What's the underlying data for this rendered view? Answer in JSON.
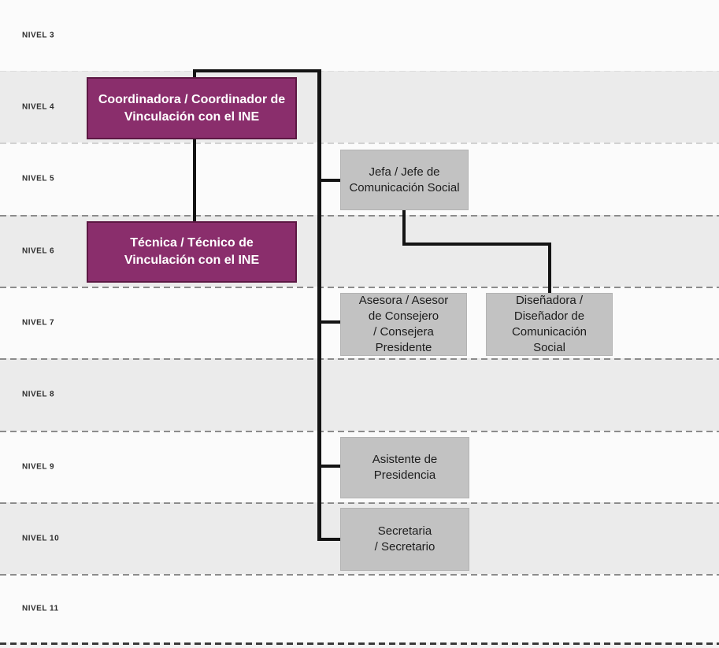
{
  "levels": [
    {
      "label": "NIVEL 3"
    },
    {
      "label": "NIVEL 4"
    },
    {
      "label": "NIVEL 5"
    },
    {
      "label": "NIVEL 6"
    },
    {
      "label": "NIVEL 7"
    },
    {
      "label": "NIVEL 8"
    },
    {
      "label": "NIVEL 9"
    },
    {
      "label": "NIVEL 10"
    },
    {
      "label": "NIVEL 11"
    }
  ],
  "nodes": {
    "coordinador": {
      "label": "Coordinadora / Coordinador de\nVinculación con el INE"
    },
    "jefa": {
      "label": "Jefa / Jefe de\nComunicación Social"
    },
    "tecnico": {
      "label": "Técnica / Técnico de\nVinculación con el INE"
    },
    "asesor": {
      "label": "Asesora / Asesor\nde Consejero\n/ Consejera\nPresidente"
    },
    "disenador": {
      "label": "Diseñadora /\nDiseñador de\nComunicación\nSocial"
    },
    "asistente": {
      "label": "Asistente de\nPresidencia"
    },
    "secretario": {
      "label": "Secretaria\n/ Secretario"
    }
  },
  "colors": {
    "accent_purple": "#8a2e6c",
    "accent_purple_border": "#5c1843",
    "node_gray": "#c2c2c2",
    "band_gray": "#ebebeb",
    "band_white": "#fbfbfb",
    "connector_black": "#141414"
  }
}
